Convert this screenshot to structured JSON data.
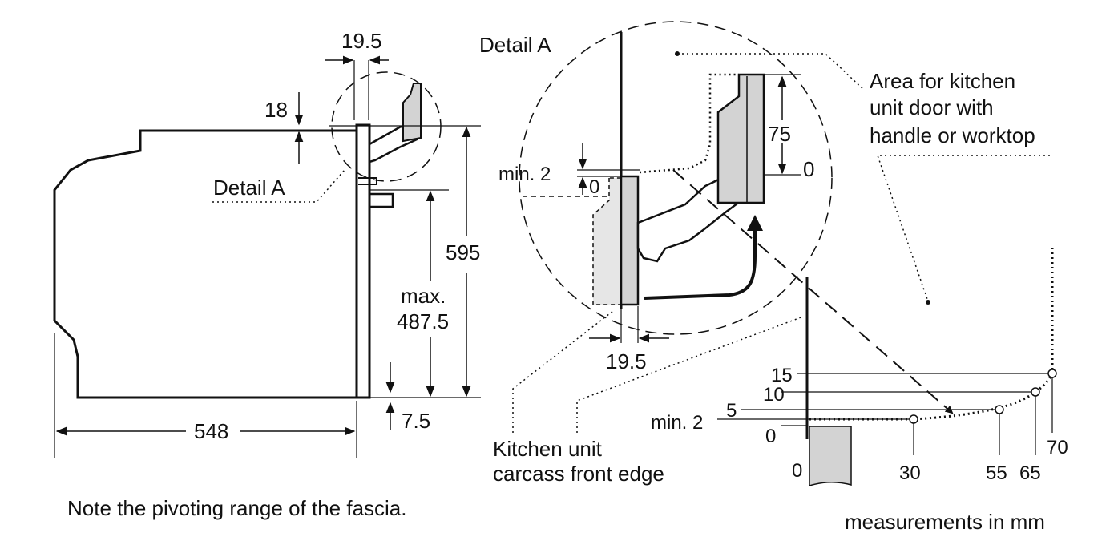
{
  "colors": {
    "ink": "#111111",
    "panel_fill": "#d3d3d3",
    "carcass_fill": "#e6e6e6",
    "background": "#ffffff"
  },
  "left_view": {
    "dim_top_gap": "19.5",
    "dim_fascia_top": "18",
    "detail_label": "Detail A",
    "dim_height": "595",
    "dim_max_label": "max.",
    "dim_max_value": "487.5",
    "dim_bottom": "7.5",
    "dim_depth": "548"
  },
  "detail_view": {
    "title": "Detail A",
    "label_min2": "min. 2",
    "label_zero": "0",
    "label_75": "75",
    "label_zero_right": "0",
    "dim_19_5": "19.5",
    "area_label_lines": [
      "Area for kitchen",
      "unit door with",
      "handle or worktop"
    ]
  },
  "graph": {
    "y_labels": [
      "15",
      "10",
      "5",
      "min. 2",
      "0"
    ],
    "x_labels": [
      "0",
      "30",
      "55",
      "65",
      "70"
    ]
  },
  "labels": {
    "carcass_lines": [
      "Kitchen unit",
      "carcass front edge"
    ],
    "note": "Note the pivoting range of the fascia.",
    "units": "measurements in mm"
  }
}
